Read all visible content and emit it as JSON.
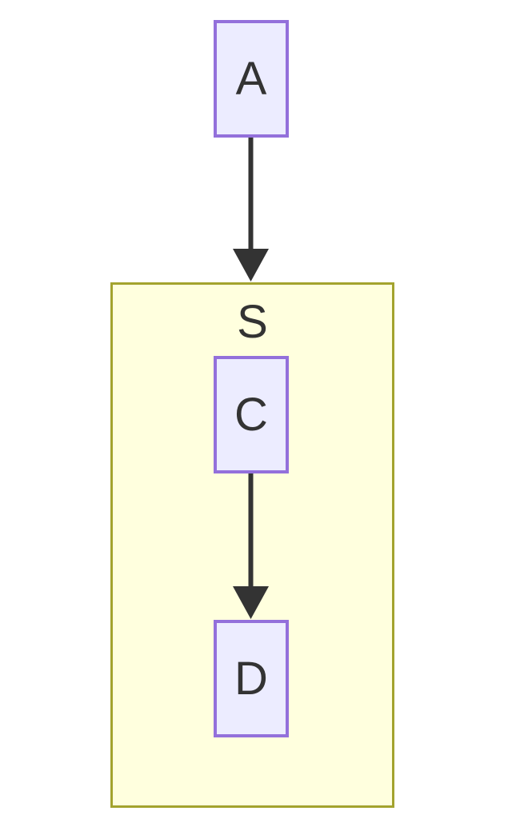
{
  "diagram": {
    "type": "flowchart",
    "direction": "top-to-bottom",
    "nodes": [
      {
        "id": "A",
        "label": "A",
        "shape": "rect"
      },
      {
        "id": "C",
        "label": "C",
        "shape": "rect"
      },
      {
        "id": "D",
        "label": "D",
        "shape": "rect"
      }
    ],
    "subgraph": {
      "id": "S",
      "label": "S",
      "contains": [
        "C",
        "D"
      ]
    },
    "edges": [
      {
        "from": "A",
        "to": "S",
        "style": "arrow"
      },
      {
        "from": "C",
        "to": "D",
        "style": "arrow"
      }
    ],
    "colors": {
      "node_fill": "#ECECFF",
      "node_border": "#9370DB",
      "subgraph_fill": "#FFFFDE",
      "subgraph_border": "#A3A32E",
      "edge": "#333333",
      "text": "#333333",
      "background": "#FFFFFF"
    }
  }
}
